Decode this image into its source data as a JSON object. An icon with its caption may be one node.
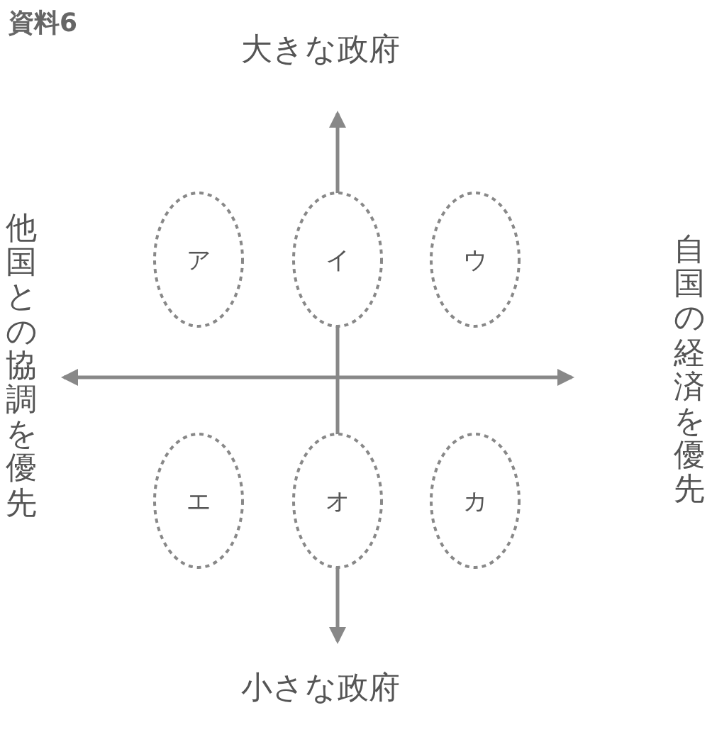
{
  "diagram": {
    "title": "資料6",
    "nodes": [
      {
        "text": [
          "ア"
        ]
      },
      {
        "text": [
          "イ"
        ]
      },
      {
        "text": [
          "ウ"
        ]
      },
      {
        "text": [
          "エ"
        ]
      },
      {
        "text": [
          "オ"
        ]
      },
      {
        "text": [
          "カ"
        ]
      }
    ],
    "labels": [
      "大きな政府",
      "他国との協調を優先",
      "自国の経済を優先",
      "小さな政府"
    ]
  }
}
